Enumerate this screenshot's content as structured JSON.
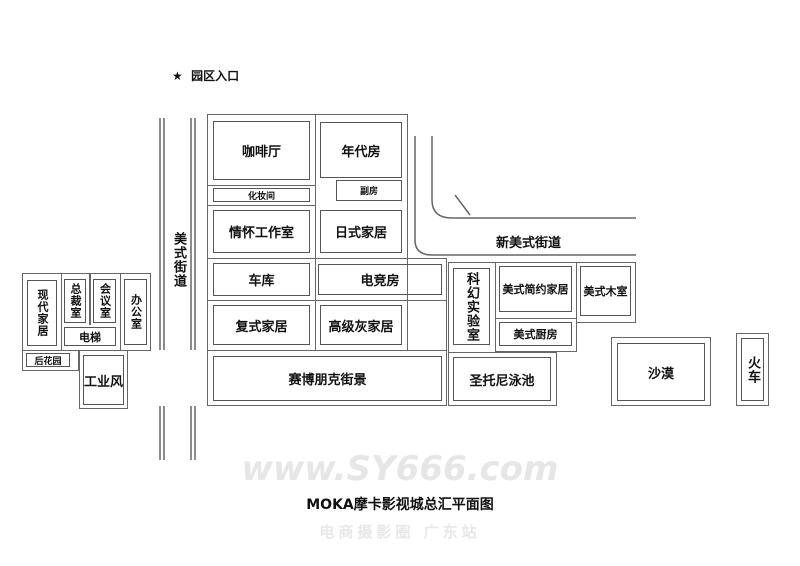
{
  "entrance": {
    "icon": "star-icon",
    "label": "园区入口"
  },
  "roads": {
    "west": "美式街道",
    "east": "新美式街道"
  },
  "rooms": {
    "cafe": "咖啡厅",
    "makeup": "化妆间",
    "era": "年代房",
    "side": "副房",
    "studio": "情怀工作室",
    "japanese": "日式家居",
    "garage": "车库",
    "esports": "电竞房",
    "duplex": "复式家居",
    "gray": "高级灰家居",
    "cyberpunk": "赛博朋克街景",
    "scifi": "科幻实验室",
    "american_simple": "美式简约家居",
    "american_wood": "美式木室",
    "american_kitchen": "美式厨房",
    "pool": "圣托尼泳池",
    "desert": "沙漠",
    "train": "火车",
    "modern": "现代家居",
    "ceo": "总裁室",
    "meeting": "会议室",
    "office": "办公室",
    "elevator": "电梯",
    "garden": "后花园",
    "industrial": "工业风"
  },
  "title": "MOKA摩卡影视城总汇平面图",
  "watermark": {
    "url": "www.SY666.com",
    "caption": "电商摄影圈 广东站"
  }
}
